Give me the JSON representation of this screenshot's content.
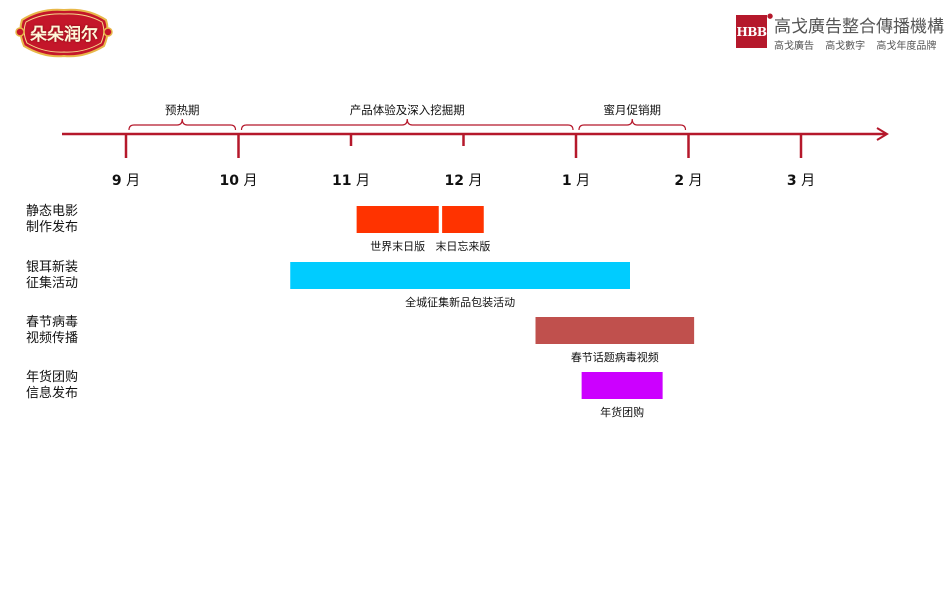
{
  "brand": {
    "logo_text": "朵朵润尔"
  },
  "agency": {
    "mark": "HBB",
    "name": "高戈廣告整合傳播機構",
    "subs": [
      "高戈廣告",
      "高戈數字",
      "高戈年度品牌"
    ]
  },
  "colors": {
    "axis": "#b5182b",
    "bar_red": "#ff3300",
    "bar_cyan": "#00ccff",
    "bar_rose": "#c0504d",
    "bar_magenta": "#cc00ff"
  },
  "phases": [
    {
      "label": "预热期",
      "start": 0,
      "end": 1
    },
    {
      "label": "产品体验及深入挖掘期",
      "start": 1,
      "end": 4
    },
    {
      "label": "蜜月促销期",
      "start": 4,
      "end": 5
    }
  ],
  "months": [
    {
      "num": "9",
      "unit": "月"
    },
    {
      "num": "10",
      "unit": "月"
    },
    {
      "num": "11",
      "unit": "月"
    },
    {
      "num": "12",
      "unit": "月"
    },
    {
      "num": "1",
      "unit": "月"
    },
    {
      "num": "2",
      "unit": "月"
    },
    {
      "num": "3",
      "unit": "月"
    }
  ],
  "rows": [
    {
      "line1": "静态电影",
      "line2": "制作发布",
      "bars": [
        {
          "start": 2.05,
          "end": 2.78,
          "color": "#ff3300"
        },
        {
          "start": 2.81,
          "end": 3.18,
          "color": "#ff3300"
        }
      ],
      "captions": [
        "世界末日版",
        "末日忘来版"
      ]
    },
    {
      "line1": "银耳新装",
      "line2": "征集活动",
      "bars": [
        {
          "start": 1.46,
          "end": 4.48,
          "color": "#00ccff"
        }
      ],
      "captions": [
        "全城征集新品包装活动"
      ]
    },
    {
      "line1": "春节病毒",
      "line2": "视频传播",
      "bars": [
        {
          "start": 3.64,
          "end": 5.05,
          "color": "#c0504d"
        }
      ],
      "captions": [
        "春节话题病毒视频"
      ]
    },
    {
      "line1": "年货团购",
      "line2": "信息发布",
      "bars": [
        {
          "start": 4.05,
          "end": 4.77,
          "color": "#cc00ff"
        }
      ],
      "captions": [
        "年货团购"
      ]
    }
  ]
}
